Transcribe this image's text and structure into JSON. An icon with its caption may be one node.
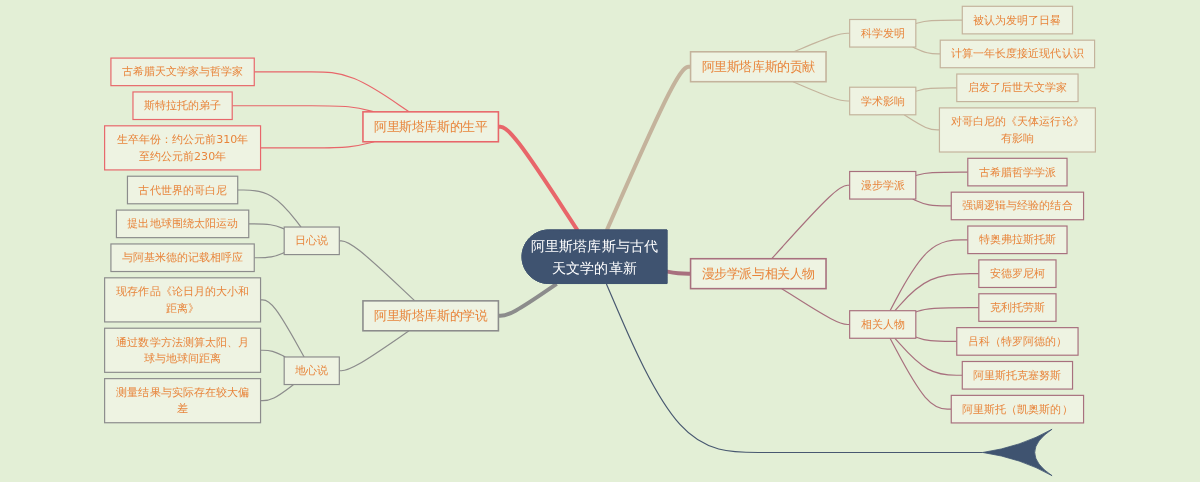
{
  "diagram": {
    "nodes": [
      {
        "text": [
          "阿里斯塔库斯与古代天文学的革新"
        ]
      },
      {
        "text": [
          "阿里斯塔库斯的生平"
        ]
      },
      {
        "text": [
          "古希腊天文学家与哲学家"
        ]
      },
      {
        "text": [
          "斯特拉托的弟子"
        ]
      },
      {
        "text": [
          "生卒年份：约公元前310年至约公元前230年"
        ]
      },
      {
        "text": [
          "阿里斯塔库斯的学说"
        ]
      },
      {
        "text": [
          "日心说"
        ]
      },
      {
        "text": [
          "古代世界的哥白尼"
        ]
      },
      {
        "text": [
          "提出地球围绕太阳运动"
        ]
      },
      {
        "text": [
          "与阿基米德的记载相呼应"
        ]
      },
      {
        "text": [
          "地心说"
        ]
      },
      {
        "text": [
          "现存作品《论日月的大小和距离》"
        ]
      },
      {
        "text": [
          "通过数学方法测算太阳、月球与地球间距离"
        ]
      },
      {
        "text": [
          "测量结果与实际存在较大偏差"
        ]
      },
      {
        "text": [
          "阿里斯塔库斯的贡献"
        ]
      },
      {
        "text": [
          "科学发明"
        ]
      },
      {
        "text": [
          "被认为发明了日晷"
        ]
      },
      {
        "text": [
          "计算一年长度接近现代认识"
        ]
      },
      {
        "text": [
          "学术影响"
        ]
      },
      {
        "text": [
          "启发了后世天文学家"
        ]
      },
      {
        "text": [
          "对哥白尼的《天体运行论》有影响"
        ]
      },
      {
        "text": [
          "漫步学派与相关人物"
        ]
      },
      {
        "text": [
          "漫步学派"
        ]
      },
      {
        "text": [
          "古希腊哲学学派"
        ]
      },
      {
        "text": [
          "强调逻辑与经验的结合"
        ]
      },
      {
        "text": [
          "相关人物"
        ]
      },
      {
        "text": [
          "特奥弗拉斯托斯"
        ]
      },
      {
        "text": [
          "安德罗尼柯"
        ]
      },
      {
        "text": [
          "克利托劳斯"
        ]
      },
      {
        "text": [
          "吕科（特罗阿德的）"
        ]
      },
      {
        "text": [
          "阿里斯托克塞努斯"
        ]
      },
      {
        "text": [
          "阿里斯托（凯奥斯的）"
        ]
      },
      {
        "text": [],
        "shape": "tail"
      }
    ],
    "edges": [
      {
        "from": 0,
        "to": 1,
        "arrow": "none",
        "style": "thick",
        "color": "#e8666a"
      },
      {
        "from": 1,
        "to": 2,
        "arrow": "none",
        "color": "#e8666a"
      },
      {
        "from": 1,
        "to": 3,
        "arrow": "none",
        "color": "#e8666a"
      },
      {
        "from": 1,
        "to": 4,
        "arrow": "none",
        "color": "#e8666a"
      },
      {
        "from": 0,
        "to": 5,
        "arrow": "none",
        "style": "thick",
        "color": "#8c8c8c"
      },
      {
        "from": 5,
        "to": 6,
        "arrow": "none",
        "color": "#8c8c8c"
      },
      {
        "from": 6,
        "to": 7,
        "arrow": "none",
        "color": "#8c8c8c"
      },
      {
        "from": 6,
        "to": 8,
        "arrow": "none",
        "color": "#8c8c8c"
      },
      {
        "from": 6,
        "to": 9,
        "arrow": "none",
        "color": "#8c8c8c"
      },
      {
        "from": 5,
        "to": 10,
        "arrow": "none",
        "color": "#8c8c8c"
      },
      {
        "from": 10,
        "to": 11,
        "arrow": "none",
        "color": "#8c8c8c"
      },
      {
        "from": 10,
        "to": 12,
        "arrow": "none",
        "color": "#8c8c8c"
      },
      {
        "from": 10,
        "to": 13,
        "arrow": "none",
        "color": "#8c8c8c"
      },
      {
        "from": 0,
        "to": 14,
        "arrow": "none",
        "style": "thick",
        "color": "#c4b39c"
      },
      {
        "from": 14,
        "to": 15,
        "arrow": "none",
        "color": "#c4b39c"
      },
      {
        "from": 15,
        "to": 16,
        "arrow": "none",
        "color": "#c4b39c"
      },
      {
        "from": 15,
        "to": 17,
        "arrow": "none",
        "color": "#c4b39c"
      },
      {
        "from": 14,
        "to": 18,
        "arrow": "none",
        "color": "#c4b39c"
      },
      {
        "from": 18,
        "to": 19,
        "arrow": "none",
        "color": "#c4b39c"
      },
      {
        "from": 18,
        "to": 20,
        "arrow": "none",
        "color": "#c4b39c"
      },
      {
        "from": 0,
        "to": 21,
        "arrow": "none",
        "style": "thick",
        "color": "#a8707e"
      },
      {
        "from": 21,
        "to": 22,
        "arrow": "none",
        "color": "#a8707e"
      },
      {
        "from": 22,
        "to": 23,
        "arrow": "none",
        "color": "#a8707e"
      },
      {
        "from": 22,
        "to": 24,
        "arrow": "none",
        "color": "#a8707e"
      },
      {
        "from": 21,
        "to": 25,
        "arrow": "none",
        "color": "#a8707e"
      },
      {
        "from": 25,
        "to": 26,
        "arrow": "none",
        "color": "#a8707e"
      },
      {
        "from": 25,
        "to": 27,
        "arrow": "none",
        "color": "#a8707e"
      },
      {
        "from": 25,
        "to": 28,
        "arrow": "none",
        "color": "#a8707e"
      },
      {
        "from": 25,
        "to": 29,
        "arrow": "none",
        "color": "#a8707e"
      },
      {
        "from": 25,
        "to": 30,
        "arrow": "none",
        "color": "#a8707e"
      },
      {
        "from": 25,
        "to": 31,
        "arrow": "none",
        "color": "#a8707e"
      },
      {
        "from": 0,
        "to": 32,
        "arrow": "none",
        "color": "#485870"
      }
    ]
  }
}
